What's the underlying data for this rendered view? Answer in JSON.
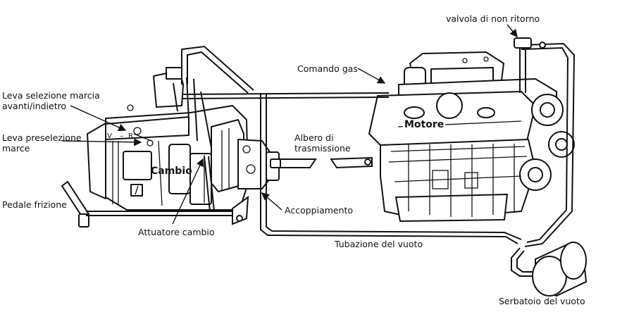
{
  "labels": {
    "leva_selezione": "Leva selezione marcia\navanti/indietro",
    "leva_preselezione": "Leva preselezione\nmarce",
    "pedale_frizione": "Pedale frizione",
    "attuatore_cambio": "Attuatore cambio",
    "accoppiamento": "Accoppiamento",
    "albero": "Albero di\ntrasmissione",
    "comando_gas": "Comando gas",
    "valvola": "valvola di non ritorno",
    "tubazione": "Tubazione del vuoto",
    "serbatoio": "Serbatoio del vuoto",
    "cambio": "Cambio",
    "motore": "Motore",
    "dial_v": "V",
    "dial_r": "R"
  }
}
